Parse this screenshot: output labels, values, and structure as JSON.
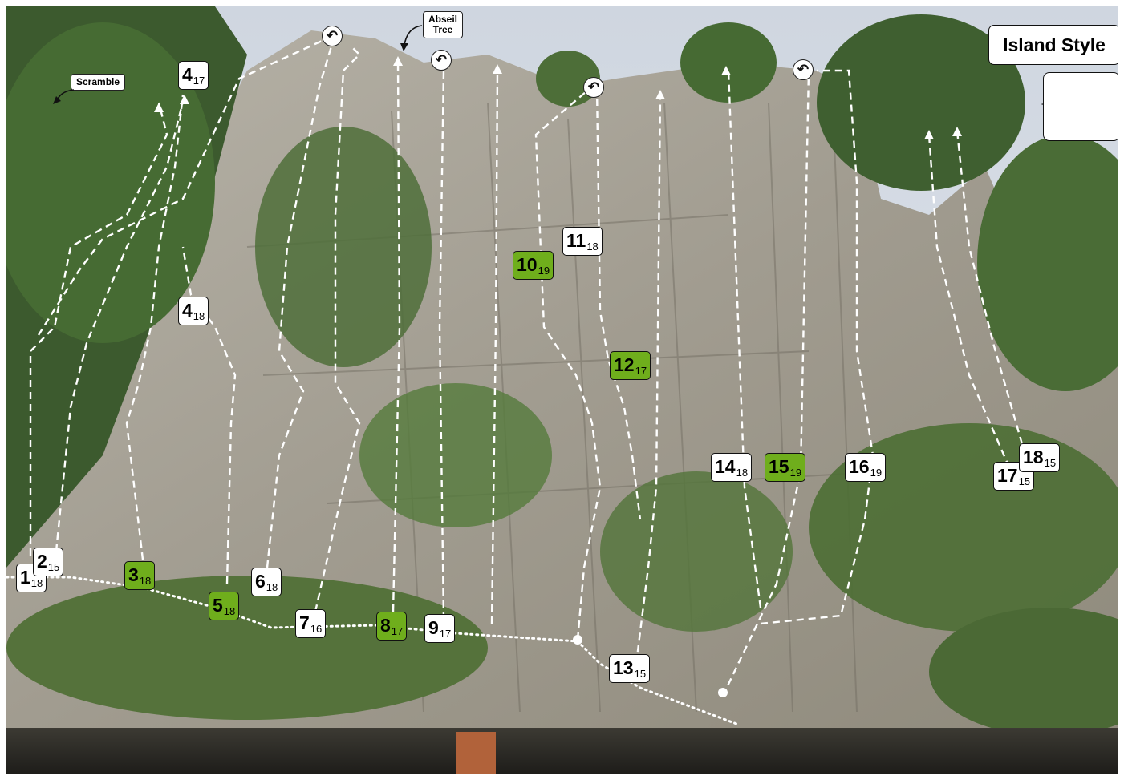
{
  "title": "Island Style",
  "notes": {
    "scramble": "Scramble",
    "abseil_tree": "Abseil\nTree"
  },
  "anchor_glyph": "↶",
  "routes": [
    {
      "num": "1",
      "grade": "18",
      "green": false
    },
    {
      "num": "2",
      "grade": "15",
      "green": false
    },
    {
      "num": "3",
      "grade": "18",
      "green": true
    },
    {
      "num": "4",
      "grade": "17",
      "green": false
    },
    {
      "num": "4",
      "grade": "18",
      "green": false
    },
    {
      "num": "5",
      "grade": "18",
      "green": true
    },
    {
      "num": "6",
      "grade": "18",
      "green": false
    },
    {
      "num": "7",
      "grade": "16",
      "green": false
    },
    {
      "num": "8",
      "grade": "17",
      "green": true
    },
    {
      "num": "9",
      "grade": "17",
      "green": false
    },
    {
      "num": "10",
      "grade": "19",
      "green": true
    },
    {
      "num": "11",
      "grade": "18",
      "green": false
    },
    {
      "num": "12",
      "grade": "17",
      "green": true
    },
    {
      "num": "13",
      "grade": "15",
      "green": false
    },
    {
      "num": "14",
      "grade": "18",
      "green": false
    },
    {
      "num": "15",
      "grade": "19",
      "green": true
    },
    {
      "num": "16",
      "grade": "19",
      "green": false
    },
    {
      "num": "17",
      "grade": "15",
      "green": false
    },
    {
      "num": "18",
      "grade": "15",
      "green": false
    }
  ],
  "colors": {
    "label_green": "#6fae1c",
    "line": "#ffffff"
  }
}
